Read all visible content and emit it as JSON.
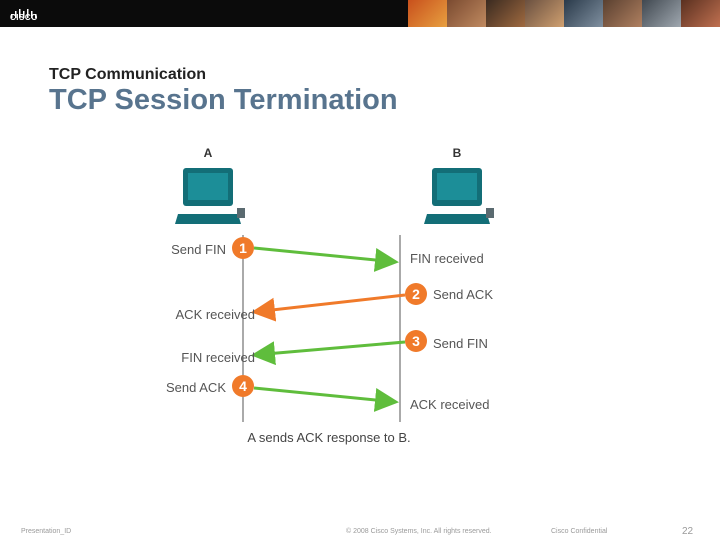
{
  "header": {
    "logo_text": "CISCO",
    "subtitle": "TCP Communication",
    "title": "TCP Session Termination"
  },
  "diagram": {
    "host_a": "A",
    "host_b": "B",
    "steps": [
      {
        "number": "1",
        "left_label": "Send FIN",
        "right_label": "FIN received",
        "direction": "A-to-B",
        "color": "#5fbd3c"
      },
      {
        "number": "2",
        "left_label": "ACK received",
        "right_label": "Send ACK",
        "direction": "B-to-A",
        "color": "#f07a2a"
      },
      {
        "number": "3",
        "left_label": "FIN received",
        "right_label": "Send FIN",
        "direction": "B-to-A",
        "color": "#5fbd3c"
      },
      {
        "number": "4",
        "left_label": "Send ACK",
        "right_label": "ACK received",
        "direction": "A-to-B",
        "color": "#5fbd3c"
      }
    ],
    "caption": "A sends ACK response to B.",
    "badge_color": "#f07a2a",
    "computer_color": "#136e77"
  },
  "footer": {
    "presentation": "Presentation_ID",
    "copyright": "© 2008 Cisco Systems, Inc. All rights reserved.",
    "confidential": "Cisco Confidential",
    "page_number": "22"
  }
}
